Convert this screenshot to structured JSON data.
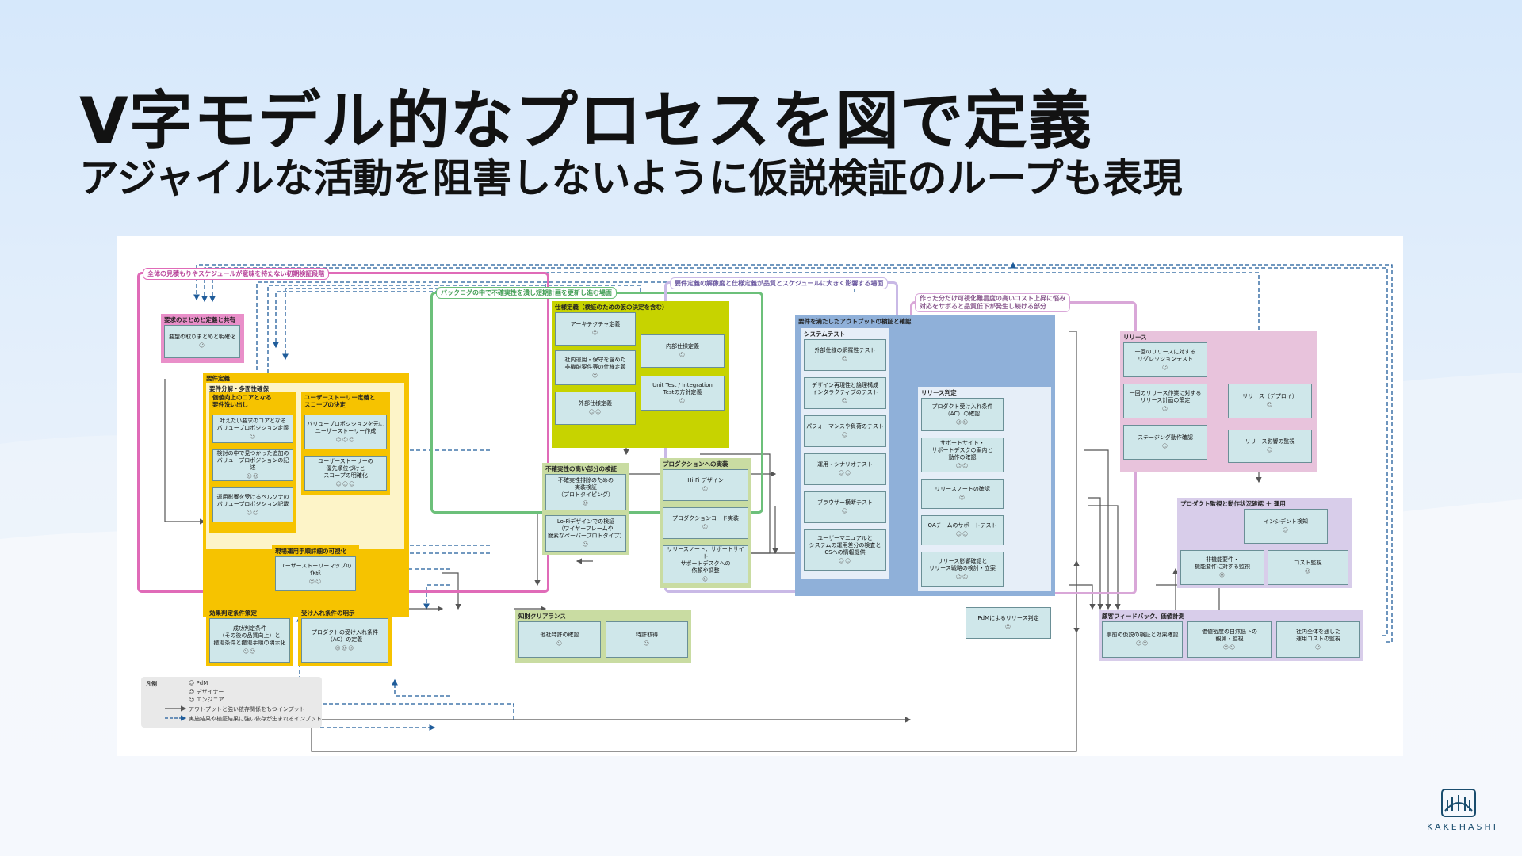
{
  "title": "V字モデル的なプロセスを図で定義",
  "subtitle": "アジャイルな活動を阻害しないように仮説検証のループも表現",
  "brand": "KAKEHASHI",
  "icons": {
    "person": "person-icon",
    "logo": "kakehashi-logo-icon"
  },
  "colors": {
    "pink": "#e06bb8",
    "green": "#6cc07a",
    "lavender": "#c9b9e6",
    "yellow": "#f6c300",
    "lime": "#c7d300",
    "blue": "#8fb0d9",
    "navy": "#1f5c9a"
  },
  "frames": {
    "early": "全体の見積もりやスケジュールが意味を持たない初期検証段階",
    "backlog": "バックログの中で不確実性を潰し短期計画を更新し進む場面",
    "spec": "要件定義の解像度と仕様定義が品質とスケジュールに大きく影響する場面",
    "cost": "作った分だけ可視化難易度の高いコスト上昇に悩み\n対応をサボると品質低下が発生し続ける部分"
  },
  "groups": {
    "youkyuu": "要求のまとめと定義と共有",
    "youken": "要件定義",
    "bunkai": "要件分解・多面性確保",
    "kachi": "価値向上のコアとなる\n要件洗い出し",
    "story": "ユーザーストーリー定義と\nスコープの決定",
    "genba": "現場運用手順詳細の可視化",
    "kouka": "効果判定条件策定",
    "ukeire": "受け入れ条件の明示",
    "shiyou": "仕様定義（検証のための仮の決定を含む）",
    "fukaku": "不確実性の高い部分の検証",
    "product": "プロダクションへの実装",
    "chizai": "知財クリアランス",
    "kensho": "要件を満たしたアウトプットの検証と確認",
    "system": "システムテスト",
    "release_hantei": "リリース判定",
    "release": "リリース",
    "kanshi": "プロダクト監視と動作状況確認 ＋ 運用",
    "feedback": "顧客フィードバック、価値計測"
  },
  "nodes": {
    "n1": "要望の取りまとめと明確化",
    "n2": "叶えたい要求のコアとなる\nバリュープロポジション定義",
    "n3": "検討の中で見つかった追加の\nバリュープロポジションの記述",
    "n4": "運用影響を受けるペルソナの\nバリュープロポジション記載",
    "n5": "バリュープロポジションを元に\nユーザーストーリー作成",
    "n6": "ユーザーストーリーの\n優先順位づけと\nスコープの明確化",
    "n7": "ユーザーストーリーマップの\n作成",
    "n8": "成功判定条件\n（その後の品質向上）と\n撤退条件と撤退手順の明示化",
    "n9": "プロダクトの受け入れ条件\n（AC）の定義",
    "n10": "アーキテクチャ定義",
    "n11": "社内運用・保守を含めた\n非機能要件等の仕様定義",
    "n12": "外部仕様定義",
    "n13": "内部仕様定義",
    "n14": "Unit Test / Integration\nTestの方針定義",
    "n15": "不確実性排除のための\n実装検証\n（プロトタイピング）",
    "n16": "Lo-Fiデザインでの検証\n（ワイヤーフレームや\n簡素なペーパープロトタイプ）",
    "n17": "Hi-Fi デザイン",
    "n18": "プロダクションコード実装",
    "n19": "リリースノート、サポートサイト\nサポートデスクへの\n依頼や調整",
    "n20": "他社特許の確認",
    "n21": "特許取得",
    "n22": "外部仕様の網羅性テスト",
    "n23": "デザイン再現性と論理構成\nインタラクティブのテスト",
    "n24": "パフォーマンスや負荷のテスト",
    "n25": "運用・シナリオテスト",
    "n26": "ブラウザー横断テスト",
    "n27": "ユーザーマニュアルと\nシステムの運用差分の検査と\nCSへの情報提供",
    "n28": "プロダクト受け入れ条件\n（AC）の確認",
    "n29": "サポートサイト・\nサポートデスクの案内と\n動作の確認",
    "n30": "リリースノートの確認",
    "n31": "QAチームのサポートテスト",
    "n32": "リリース影響確認と\nリリース戦略の検討・立案",
    "n33": "PdMによるリリース判定",
    "n34": "一回のリリースに対する\nリグレッションテスト",
    "n35": "一回のリリース作業に対する\nリリース計画の策定",
    "n36": "ステージング動作確認",
    "n37": "リリース（デプロイ）",
    "n38": "リリース影響の監視",
    "n39": "インシデント検知",
    "n40": "非機能要件・\n機能要件に対する監視",
    "n41": "コスト監視",
    "n42": "事前の仮説の検証と効果確認",
    "n43": "価値密度の自然低下の\n観測・監視",
    "n44": "社内全体を通した\n運用コストの監視"
  },
  "legend": {
    "title": "凡例",
    "pdm": "PdM",
    "designer": "デザイナー",
    "engineer": "エンジニア",
    "solid": "アウトプットと強い依存関係をもつインプット",
    "dashed": "実施結果や検証結果に強い依存が生まれるインプット"
  }
}
